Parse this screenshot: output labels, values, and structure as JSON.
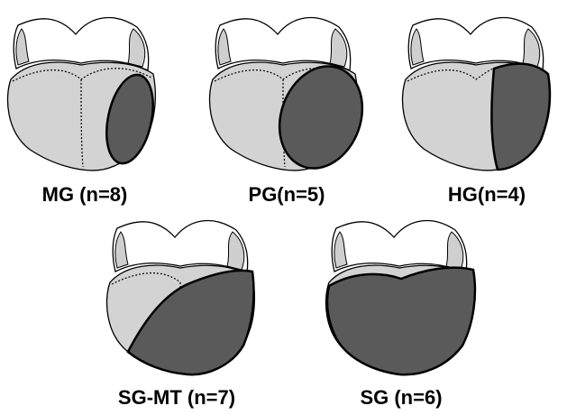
{
  "figure": {
    "panels": [
      {
        "id": "mg",
        "label": "MG (n=8)",
        "pattern": "medial-oval"
      },
      {
        "id": "pg",
        "label": "PG(n=5)",
        "pattern": "posterior-oval"
      },
      {
        "id": "hg",
        "label": "HG(n=4)",
        "pattern": "hemi"
      },
      {
        "id": "sgmt",
        "label": "SG-MT (n=7)",
        "pattern": "diagonal"
      },
      {
        "id": "sg",
        "label": "SG (n=6)",
        "pattern": "total"
      }
    ],
    "colors": {
      "heart_fill": "#d3d3d3",
      "atrium_fill": "#ffffff",
      "lesion_fill": "#5a5a5a",
      "outline": "#000000"
    }
  }
}
